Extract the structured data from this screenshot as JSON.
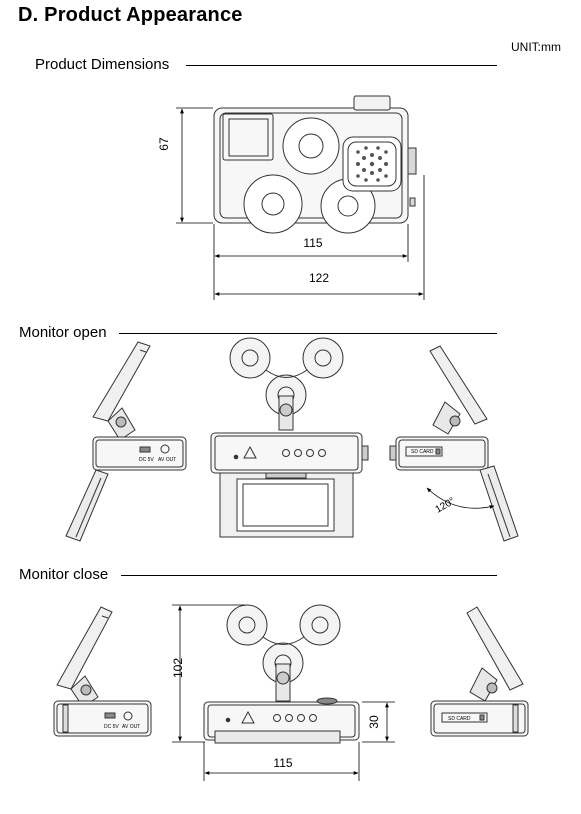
{
  "page": {
    "title": "D.  Product Appearance",
    "unit": "UNIT:mm"
  },
  "sections": {
    "dimensions": "Product Dimensions",
    "monitor_open": "Monitor open",
    "monitor_close": "Monitor close"
  },
  "dimensions_view": {
    "height_label": "67",
    "inner_width_label": "115",
    "outer_width_label": "122"
  },
  "open_view": {
    "angle_label": "120°",
    "port_dc": "DC 5V",
    "port_av": "AV OUT",
    "sd_card": "SD CARD"
  },
  "close_view": {
    "height_label": "102",
    "depth_label": "30",
    "width_label": "115",
    "port_dc": "DC 5V",
    "port_av": "AV OUT",
    "sd_card": "SD CARD"
  },
  "colors": {
    "line": "#333333",
    "fill_light": "#f2f2f2",
    "fill_mid": "#d9d9d9",
    "fill_dark": "#8a8a8a"
  }
}
